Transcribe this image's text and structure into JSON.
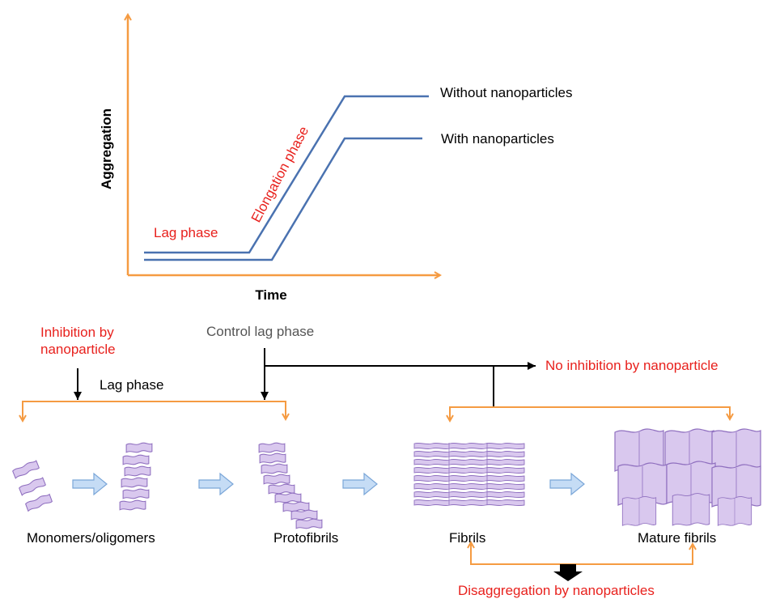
{
  "chart": {
    "ylabel": "Aggregation",
    "xlabel": "Time",
    "lag_label": "Lag phase",
    "elongation_label": "Elongation phase",
    "series_without": "Without nanoparticles",
    "series_with": "With nanoparticles"
  },
  "chart_data": {
    "type": "line",
    "xlabel": "Time",
    "ylabel": "Aggregation",
    "series": [
      {
        "name": "Without nanoparticles",
        "phases": [
          "Lag phase",
          "Elongation phase",
          "plateau"
        ]
      },
      {
        "name": "With nanoparticles",
        "phases": [
          "Lag phase",
          "Elongation phase",
          "plateau"
        ]
      }
    ]
  },
  "pathway": {
    "inhibition_label": "Inhibition by\nnanoparticle",
    "control_label": "Control lag phase",
    "lag_phase_label": "Lag phase",
    "no_inhibition_label": "No inhibition by nanoparticle",
    "stages": [
      "Monomers/oligomers",
      "Protofibrils",
      "Fibrils",
      "Mature fibrils"
    ],
    "disaggregation_label": "Disaggregation by nanoparticles"
  },
  "colors": {
    "axis": "#f59b42",
    "curve": "#4a72b0",
    "annotation": "#e8211d",
    "arrow_fill": "#c5dcf5",
    "arrow_stroke": "#7aa6d8",
    "sheet_fill": "#d9c8ee",
    "sheet_stroke": "#8f6fbf"
  }
}
